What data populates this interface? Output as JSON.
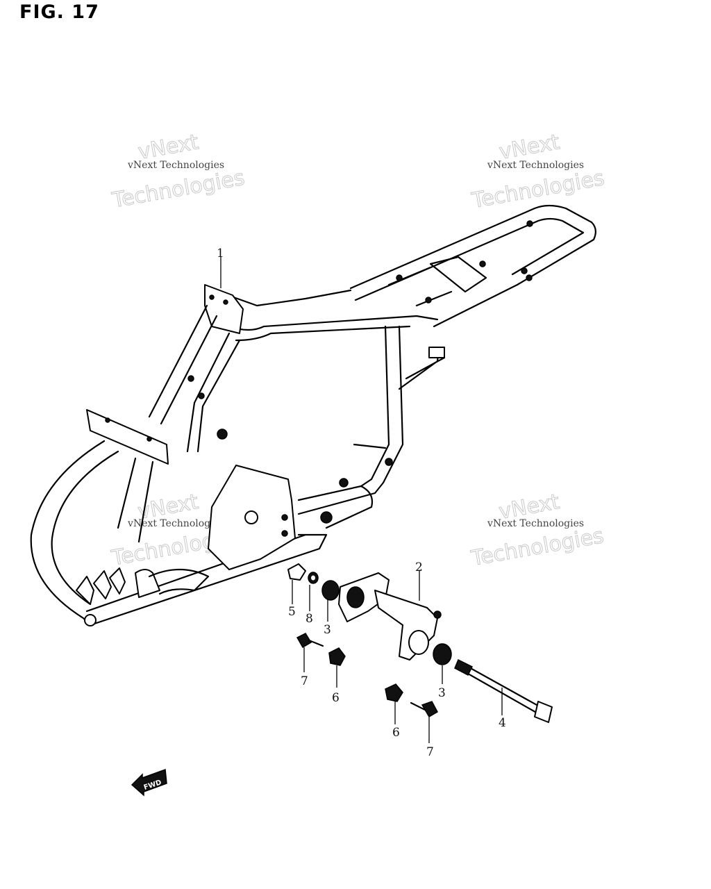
{
  "figure": {
    "title": "FIG. 17"
  },
  "watermarks": [
    {
      "line1": "vNext",
      "line2": "vNext Technologies",
      "line3": "Technologies"
    },
    {
      "line1": "vNext",
      "line2": "vNext Technologies",
      "line3": "Technologies"
    },
    {
      "line1": "vNext",
      "line2": "vNext Technologies",
      "line3": "Technologies"
    },
    {
      "line1": "vNext",
      "line2": "vNext Technologies",
      "line3": "Technologies"
    }
  ],
  "callouts": [
    {
      "label": "1"
    },
    {
      "label": "2"
    },
    {
      "label": "3"
    },
    {
      "label": "3"
    },
    {
      "label": "4"
    },
    {
      "label": "5"
    },
    {
      "label": "6"
    },
    {
      "label": "6"
    },
    {
      "label": "7"
    },
    {
      "label": "7"
    },
    {
      "label": "8"
    }
  ],
  "fwd_badge": {
    "label": "FWD"
  }
}
